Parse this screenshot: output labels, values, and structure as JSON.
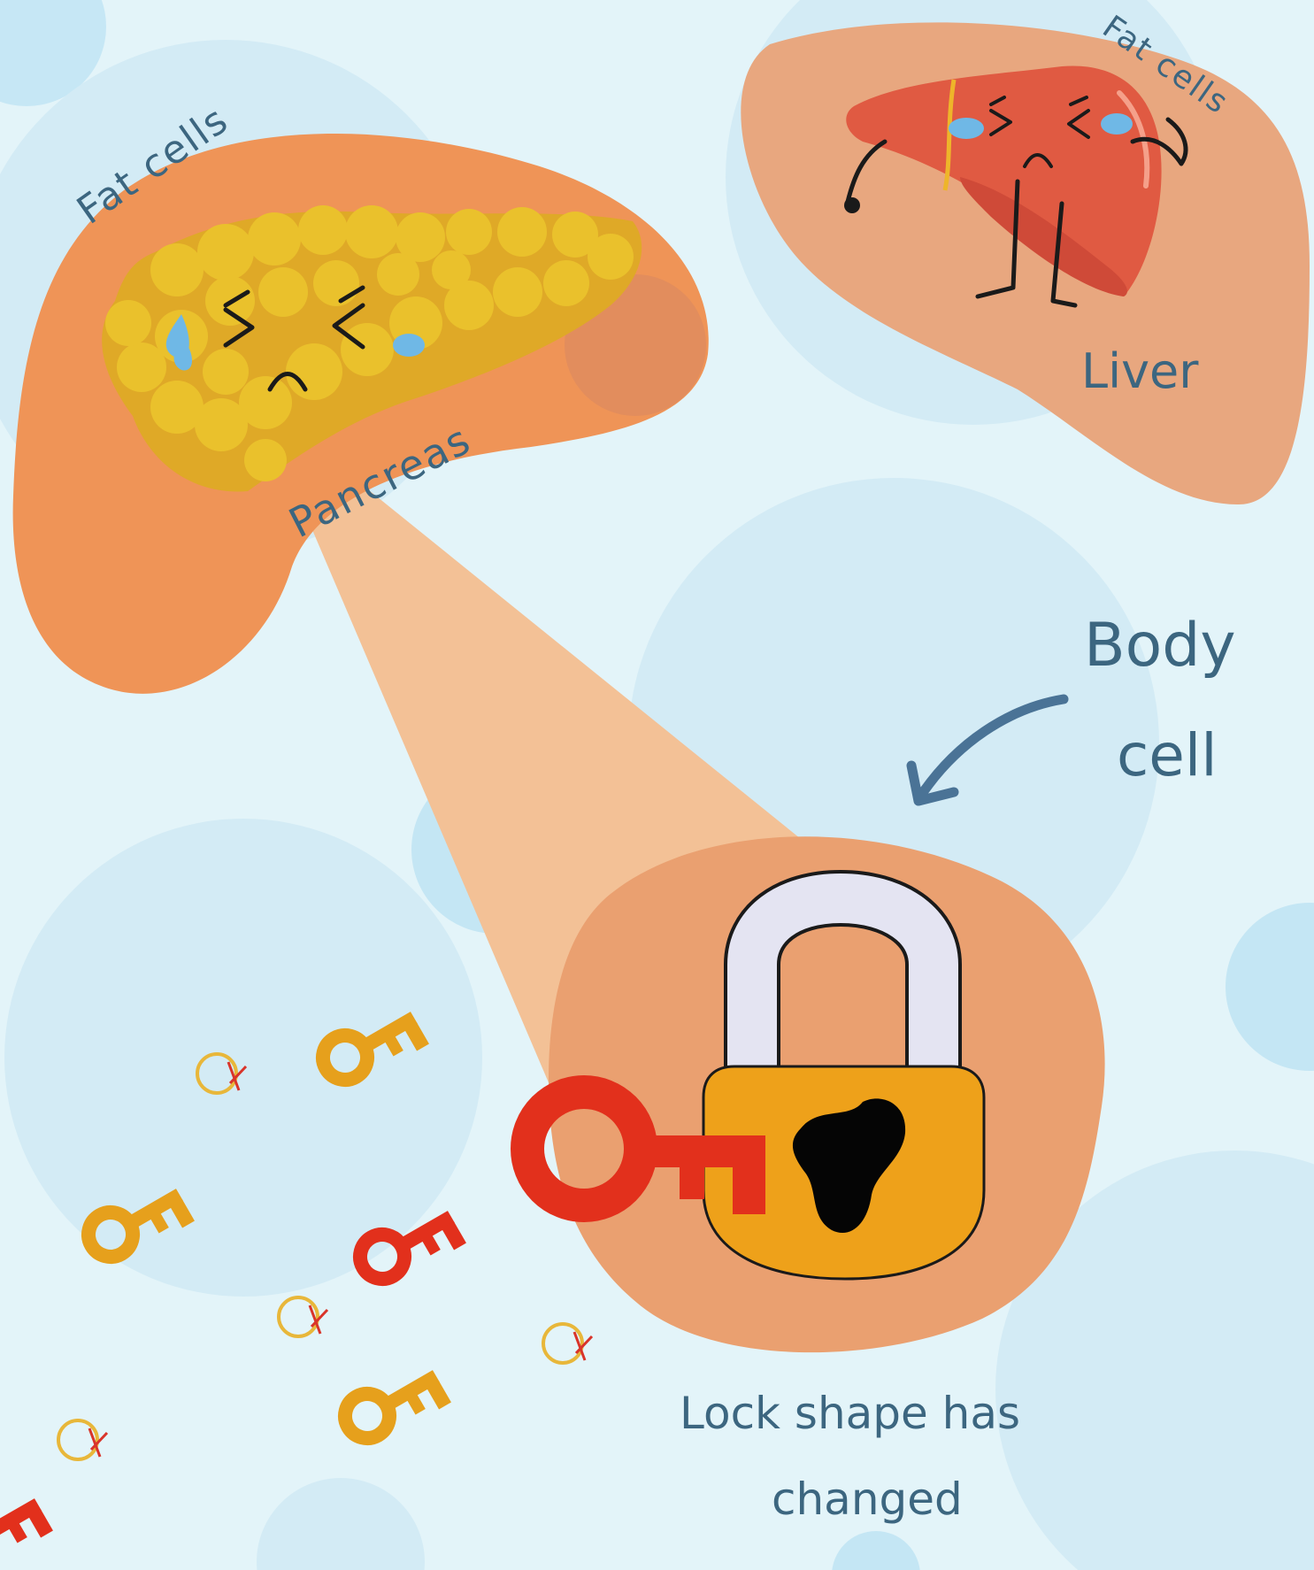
{
  "labels": {
    "fat_cells_left": "Fat cells",
    "fat_cells_right": "Fat cells",
    "pancreas": "Pancreas",
    "liver": "Liver",
    "body": "Body",
    "cell": "cell",
    "lock_line1": "Lock shape has",
    "lock_line2": "changed"
  },
  "colors": {
    "background": "#e3f4f9",
    "cell_circle": "#d3ebf5",
    "fat_blob": "#ef9457",
    "liver_blob": "#e8a77f",
    "pancreas": "#e7bd2a",
    "liver": "#e25740",
    "lock_body": "#eea11a",
    "lock_shackle": "#e4e4f2",
    "key_red": "#e2301c",
    "key_yellow": "#e6a01c",
    "text": "#3c6680",
    "arrow": "#4a7396"
  },
  "icons": [
    "padlock-icon",
    "key-icon",
    "tear-icon",
    "curved-arrow-icon"
  ]
}
